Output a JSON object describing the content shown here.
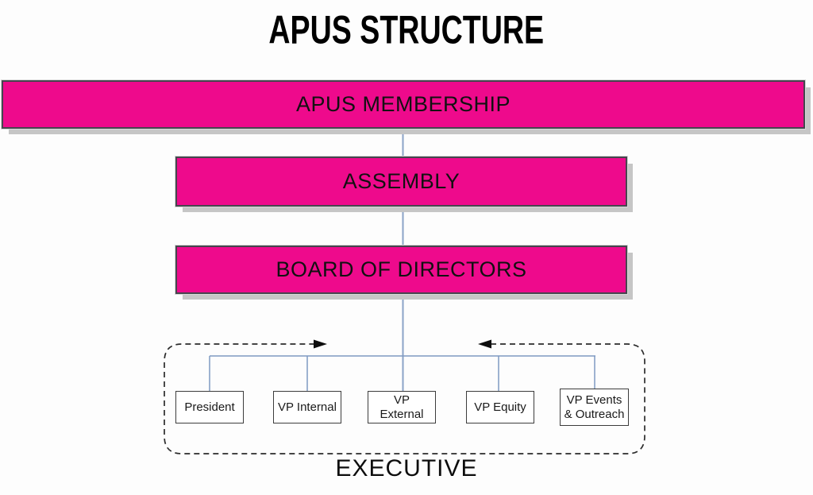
{
  "title": "APUS STRUCTURE",
  "colors": {
    "pink": "#ee0a8c",
    "bar-border": "#46464e",
    "shadow": "#c6c6c6",
    "connector": "#8ba3c7",
    "dash": "#2b2b2b"
  },
  "hierarchy": {
    "levels": [
      {
        "label": "APUS MEMBERSHIP"
      },
      {
        "label": "ASSEMBLY"
      },
      {
        "label": "BOARD OF DIRECTORS"
      }
    ]
  },
  "executive": {
    "label": "EXECUTIVE",
    "positions": [
      {
        "label": "President"
      },
      {
        "label": "VP Internal"
      },
      {
        "label": "VP External"
      },
      {
        "label": "VP Equity"
      },
      {
        "label": "VP Events & Outreach"
      }
    ]
  }
}
